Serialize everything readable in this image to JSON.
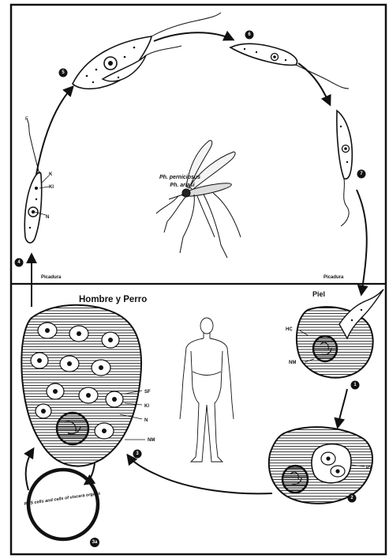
{
  "top_panel": {
    "vector_name_1": "Ph. perniciosus",
    "vector_name_2": "Ph. ariasi",
    "left_label": "Picadura",
    "right_label": "Picadura",
    "promastigote_labels": {
      "flagellum": "F",
      "k": "K",
      "kinetoplast": "Kl",
      "nucleus": "N"
    }
  },
  "bottom_panel": {
    "host_title": "Hombre y Perro",
    "skin_label": "Piel",
    "macrophage_labels": {
      "sf": "SF",
      "kinetoplast": "Kl",
      "nucleus": "N",
      "nm": "NM"
    },
    "skin_cell_labels": {
      "hc": "HC",
      "nm": "NM"
    },
    "vacuole_label": "PV",
    "circle_text": "RES cells and cells of viscera organs"
  },
  "step_numbers": [
    "1",
    "2",
    "3",
    "3a",
    "4",
    "5",
    "6",
    "7"
  ],
  "colors": {
    "ink": "#111111",
    "paper": "#ffffff"
  }
}
